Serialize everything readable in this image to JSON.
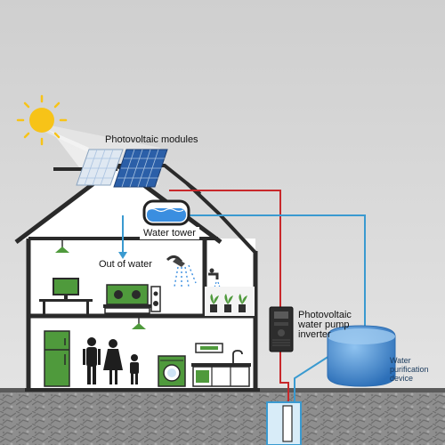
{
  "labels": {
    "pv_modules": "Photovoltaic modules",
    "water_tower": "Water tower",
    "out_of_water": "Out of water",
    "inverter": [
      "Photovoltaic",
      "water pump",
      "inverter"
    ],
    "purification": [
      "Water",
      "purification",
      "device"
    ]
  },
  "colors": {
    "background": "#dcdcdc",
    "house_wall": "#ffffff",
    "house_outline": "#2a2a2a",
    "solar_panel": "#2b5fa8",
    "water": "#3a8ee0",
    "power_line": "#c8282b",
    "water_line": "#3a9ad0",
    "ground": "#8a8a8a",
    "appliance_green": "#4f9a3c",
    "sun": "#f7c318"
  },
  "icons": [
    "sun-icon",
    "solar-panel-icon",
    "water-tank-icon",
    "shower-icon",
    "tap-icon",
    "lamp-icon",
    "tv-icon",
    "stereo-icon",
    "speaker-icon",
    "plant-icon",
    "fridge-icon",
    "people-icon",
    "washing-machine-icon",
    "kitchen-counter-icon",
    "inverter-icon",
    "purifier-icon",
    "well-pump-icon"
  ]
}
